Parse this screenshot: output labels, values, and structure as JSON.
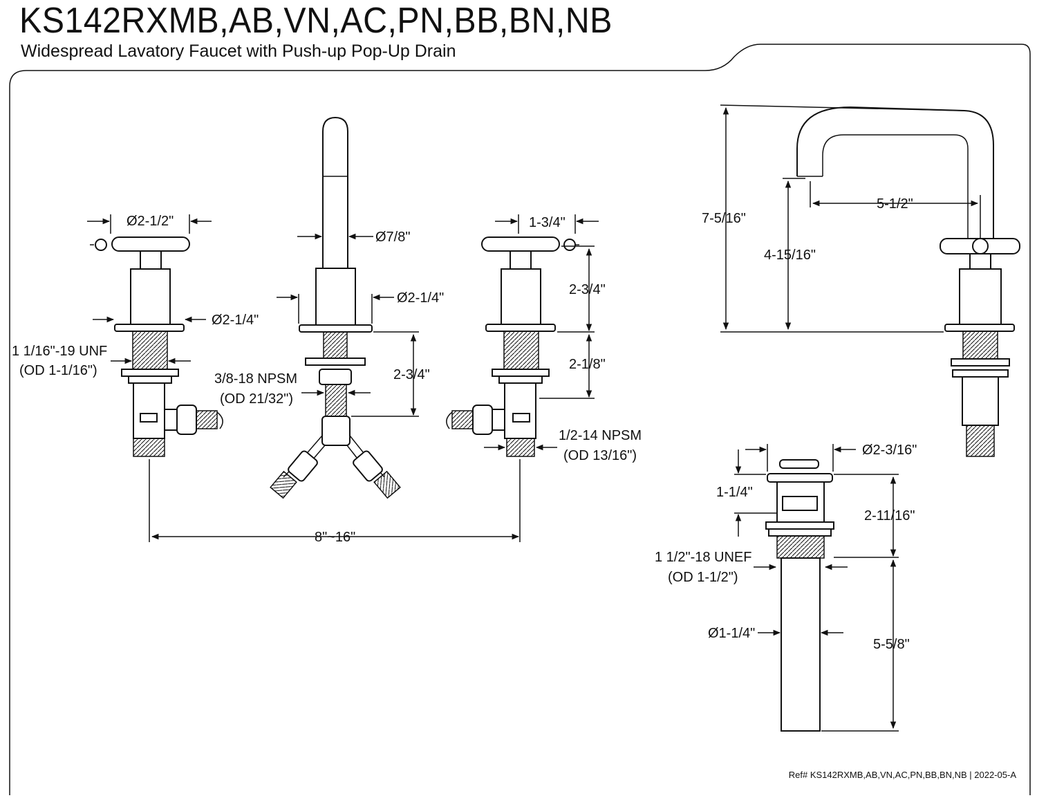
{
  "header": {
    "title": "KS142RXMB,AB,VN,AC,PN,BB,BN,NB",
    "subtitle": "Widespread Lavatory Faucet with Push-up Pop-Up Drain"
  },
  "dimensions": {
    "handle_dia": "Ø2-1/2\"",
    "spout_dia": "Ø7/8\"",
    "handle_width": "1-3/4\"",
    "flange_left": "Ø2-1/4\"",
    "flange_center": "Ø2-1/4\"",
    "handle_height": "2-3/4\"",
    "thread_left_1": "1 1/16\"-19 UNF",
    "thread_left_2": "(OD 1-1/16\")",
    "npsm_center_1": "3/8-18 NPSM",
    "npsm_center_2": "(OD 21/32\")",
    "center_shank": "2-3/4\"",
    "right_shank": "2-1/8\"",
    "npsm_right_1": "1/2-14 NPSM",
    "npsm_right_2": "(OD 13/16\")",
    "spread": "8\"~16\"",
    "overall_height": "7-5/16\"",
    "spout_height": "4-15/16\"",
    "spout_reach": "5-1/2\"",
    "drain_dia": "Ø2-3/16\"",
    "drain_top": "1-1/4\"",
    "drain_body": "2-11/16\"",
    "drain_thread_1": "1 1/2\"-18 UNEF",
    "drain_thread_2": "(OD 1-1/2\")",
    "tail_dia": "Ø1-1/4\"",
    "tail_length": "5-5/8\""
  },
  "footer": {
    "ref": "Ref# KS142RXMB,AB,VN,AC,PN,BB,BN,NB | 2022-05-A"
  }
}
